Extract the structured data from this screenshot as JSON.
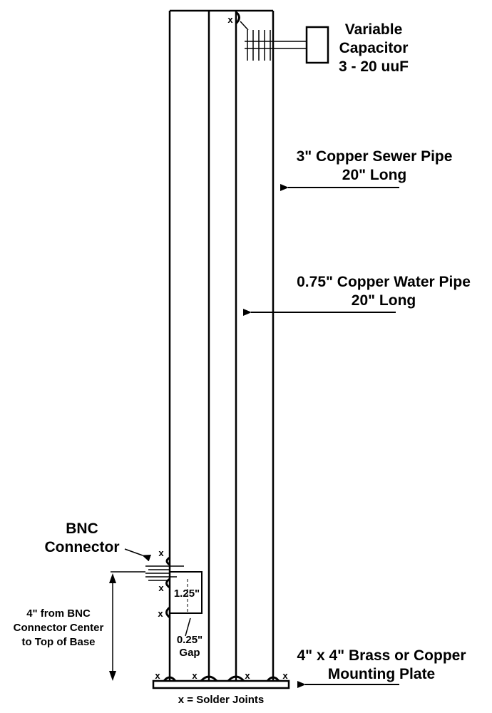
{
  "labels": {
    "capacitor": [
      "Variable",
      "Capacitor",
      "3 - 20 uuF"
    ],
    "sewer_pipe": [
      "3\" Copper Sewer Pipe",
      "20\" Long"
    ],
    "water_pipe": [
      "0.75\" Copper Water Pipe",
      "20\" Long"
    ],
    "bnc": [
      "BNC",
      "Connector"
    ],
    "gap_height": "1.25\"",
    "gap": [
      "0.25\"",
      "Gap"
    ],
    "distance": [
      "4\" from BNC",
      "Connector Center",
      "to Top of Base"
    ],
    "plate": [
      "4\" x 4\" Brass or Copper",
      "Mounting Plate"
    ],
    "legend": "x = Solder Joints",
    "joint_mark": "x"
  },
  "colors": {
    "ink": "#000000",
    "background": "#ffffff"
  }
}
